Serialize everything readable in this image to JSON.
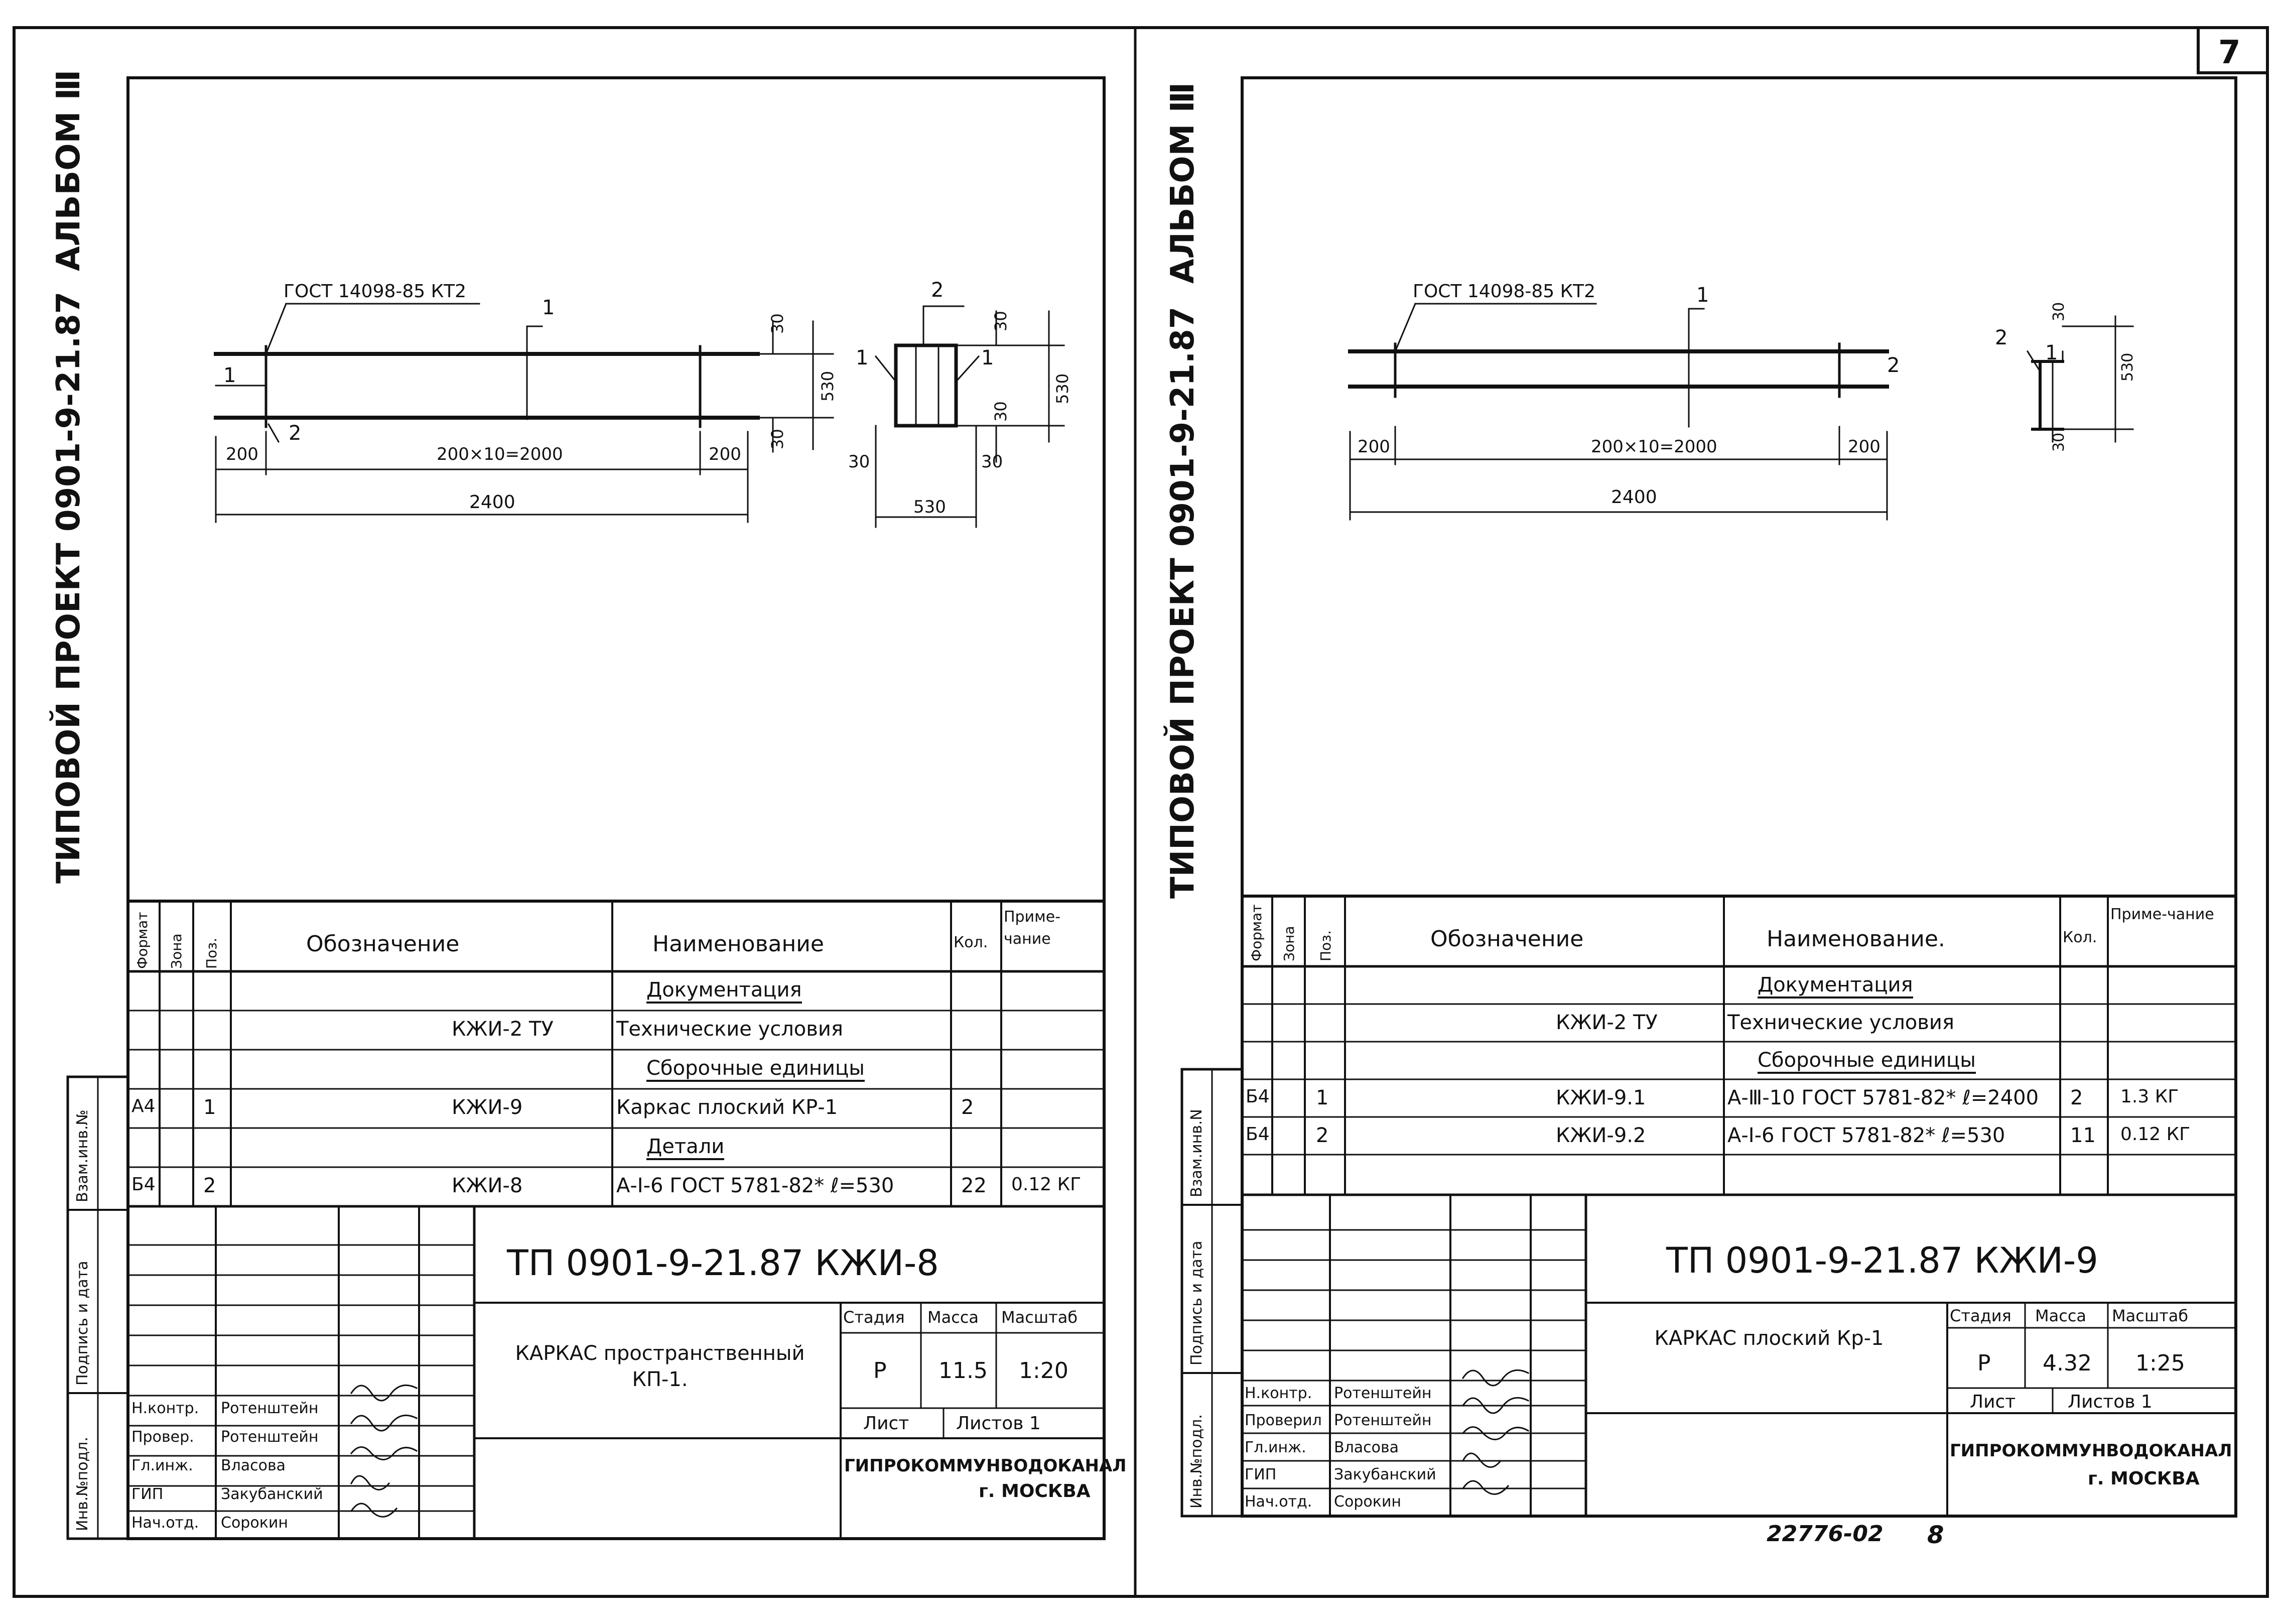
{
  "page_number": "7",
  "footer_code": "22776-02",
  "footer_page": "8",
  "spine": {
    "left": {
      "project": "ТИПОВОЙ ПРОЕКТ 0901-9-21.87",
      "album": "АЛЬБОМ Ⅲ"
    },
    "right": {
      "project": "ТИПОВОЙ ПРОЕКТ 0901-9-21.87",
      "album": "АЛЬБОМ Ⅲ"
    }
  },
  "side_stamp": {
    "left": [
      "Инв.№подл.",
      "Подпись и дата",
      "Взам.инв.№"
    ],
    "right": [
      "Инв.№подл.",
      "Подпись и дата",
      "Взам.инв.N"
    ]
  },
  "left_sheet": {
    "drawing": {
      "gost": "ГОСТ 14098-85 КТ2",
      "pos1": "1",
      "pos2": "2",
      "pos1b": "1",
      "pos2b": "2",
      "dim_200a": "200",
      "dim_mid": "200×10=2000",
      "dim_200b": "200",
      "dim_total": "2400",
      "dim_30a": "30",
      "dim_530v": "530",
      "dim_30b": "30",
      "sec_pos2": "2",
      "sec_pos1a": "1",
      "sec_pos1b": "1",
      "sec_30top": "30",
      "sec_530v": "530",
      "sec_30bot": "30",
      "sec_30l": "30",
      "sec_30r": "30",
      "sec_530h": "530"
    },
    "spec": {
      "headers": {
        "format": "Формат",
        "zone": "Зона",
        "pos": "Поз.",
        "designation": "Обозначение",
        "name": "Наименование",
        "qty": "Кол.",
        "note": "Приме-чание"
      },
      "rows": [
        {
          "format": "",
          "pos": "",
          "designation": "",
          "name": "Документация",
          "qty": "",
          "note": "",
          "heading": true
        },
        {
          "format": "",
          "pos": "",
          "designation": "КЖИ-2 ТУ",
          "name": "Технические условия",
          "qty": "",
          "note": "",
          "heading": false
        },
        {
          "format": "",
          "pos": "",
          "designation": "",
          "name": "Сборочные единицы",
          "qty": "",
          "note": "",
          "heading": true
        },
        {
          "format": "А4",
          "pos": "1",
          "designation": "КЖИ-9",
          "name": "Каркас плоский КР-1",
          "qty": "2",
          "note": "",
          "heading": false
        },
        {
          "format": "",
          "pos": "",
          "designation": "",
          "name": "Детали",
          "qty": "",
          "note": "",
          "heading": true
        },
        {
          "format": "Б4",
          "pos": "2",
          "designation": "КЖИ-8",
          "name": "А-I-6 ГОСТ 5781-82* ℓ=530",
          "qty": "22",
          "note": "0.12 КГ",
          "heading": false
        }
      ]
    },
    "title_block": {
      "code": "ТП 0901-9-21.87  КЖИ-8",
      "title": "КАРКАС пространственный КП-1.",
      "stage_label": "Стадия",
      "mass_label": "Масса",
      "scale_label": "Масштаб",
      "stage": "Р",
      "mass": "11.5",
      "scale": "1:20",
      "sheet_label": "Лист",
      "sheets_label": "Листов 1",
      "org": "ГИПРОКОММУНВОДОКАНАЛ",
      "city": "г. МОСКВА",
      "signers": [
        {
          "role": "Н.контр.",
          "name": "Ротенштейн"
        },
        {
          "role": "Провер.",
          "name": "Ротенштейн"
        },
        {
          "role": "Гл.инж.",
          "name": "Власова"
        },
        {
          "role": "ГИП",
          "name": "Закубанский"
        },
        {
          "role": "Нач.отд.",
          "name": "Сорокин"
        }
      ]
    }
  },
  "right_sheet": {
    "drawing": {
      "gost": "ГОСТ 14098-85 КТ2",
      "pos1": "1",
      "pos2": "2",
      "dim_200a": "200",
      "dim_mid": "200×10=2000",
      "dim_200b": "200",
      "dim_total": "2400",
      "sec_pos2": "2",
      "sec_pos1": "1",
      "sec_30top": "30",
      "sec_530v": "530",
      "sec_30bot": "30"
    },
    "spec": {
      "headers": {
        "format": "Формат",
        "zone": "Зона",
        "pos": "Поз.",
        "designation": "Обозначение",
        "name": "Наименование.",
        "qty": "Кол.",
        "note": "Приме-чание"
      },
      "rows": [
        {
          "format": "",
          "pos": "",
          "designation": "",
          "name": "Документация",
          "qty": "",
          "note": "",
          "heading": true
        },
        {
          "format": "",
          "pos": "",
          "designation": "КЖИ-2 ТУ",
          "name": "Технические условия",
          "qty": "",
          "note": "",
          "heading": false
        },
        {
          "format": "",
          "pos": "",
          "designation": "",
          "name": "Сборочные единицы",
          "qty": "",
          "note": "",
          "heading": true
        },
        {
          "format": "Б4",
          "pos": "1",
          "designation": "КЖИ-9.1",
          "name": "А-Ⅲ-10 ГОСТ 5781-82* ℓ=2400",
          "qty": "2",
          "note": "1.3 КГ",
          "heading": false
        },
        {
          "format": "Б4",
          "pos": "2",
          "designation": "КЖИ-9.2",
          "name": "А-I-6 ГОСТ 5781-82* ℓ=530",
          "qty": "11",
          "note": "0.12 КГ",
          "heading": false
        },
        {
          "format": "",
          "pos": "",
          "designation": "",
          "name": "",
          "qty": "",
          "note": "",
          "heading": false
        }
      ]
    },
    "title_block": {
      "code": "ТП 0901-9-21.87  КЖИ-9",
      "title": "КАРКАС плоский Кр-1",
      "stage_label": "Стадия",
      "mass_label": "Масса",
      "scale_label": "Масштаб",
      "stage": "Р",
      "mass": "4.32",
      "scale": "1:25",
      "sheet_label": "Лист",
      "sheets_label": "Листов 1",
      "org": "ГИПРОКОММУНВОДОКАНАЛ",
      "city": "г. МОСКВА",
      "signers": [
        {
          "role": "Н.контр.",
          "name": "Ротенштейн"
        },
        {
          "role": "Проверил",
          "name": "Ротенштейн"
        },
        {
          "role": "Гл.инж.",
          "name": "Власова"
        },
        {
          "role": "ГИП",
          "name": "Закубанский"
        },
        {
          "role": "Нач.отд.",
          "name": "Сорокин"
        }
      ]
    }
  }
}
